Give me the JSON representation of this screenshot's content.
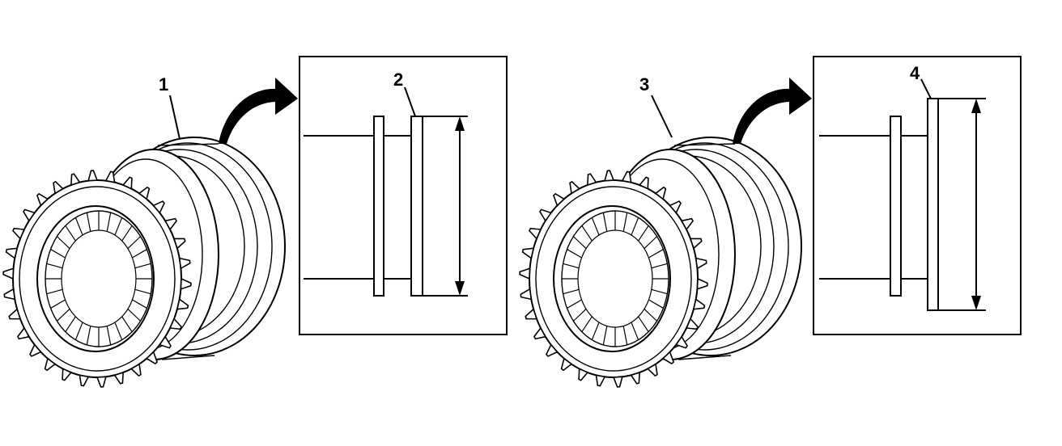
{
  "callouts": {
    "c1": "1",
    "c2": "2",
    "c3": "3",
    "c4": "4"
  },
  "icons": {
    "curved_arrow": "curved-arrow-icon",
    "dimension_arrow": "double-headed-arrow-icon"
  },
  "colors": {
    "line": "#000000",
    "background": "#ffffff"
  }
}
